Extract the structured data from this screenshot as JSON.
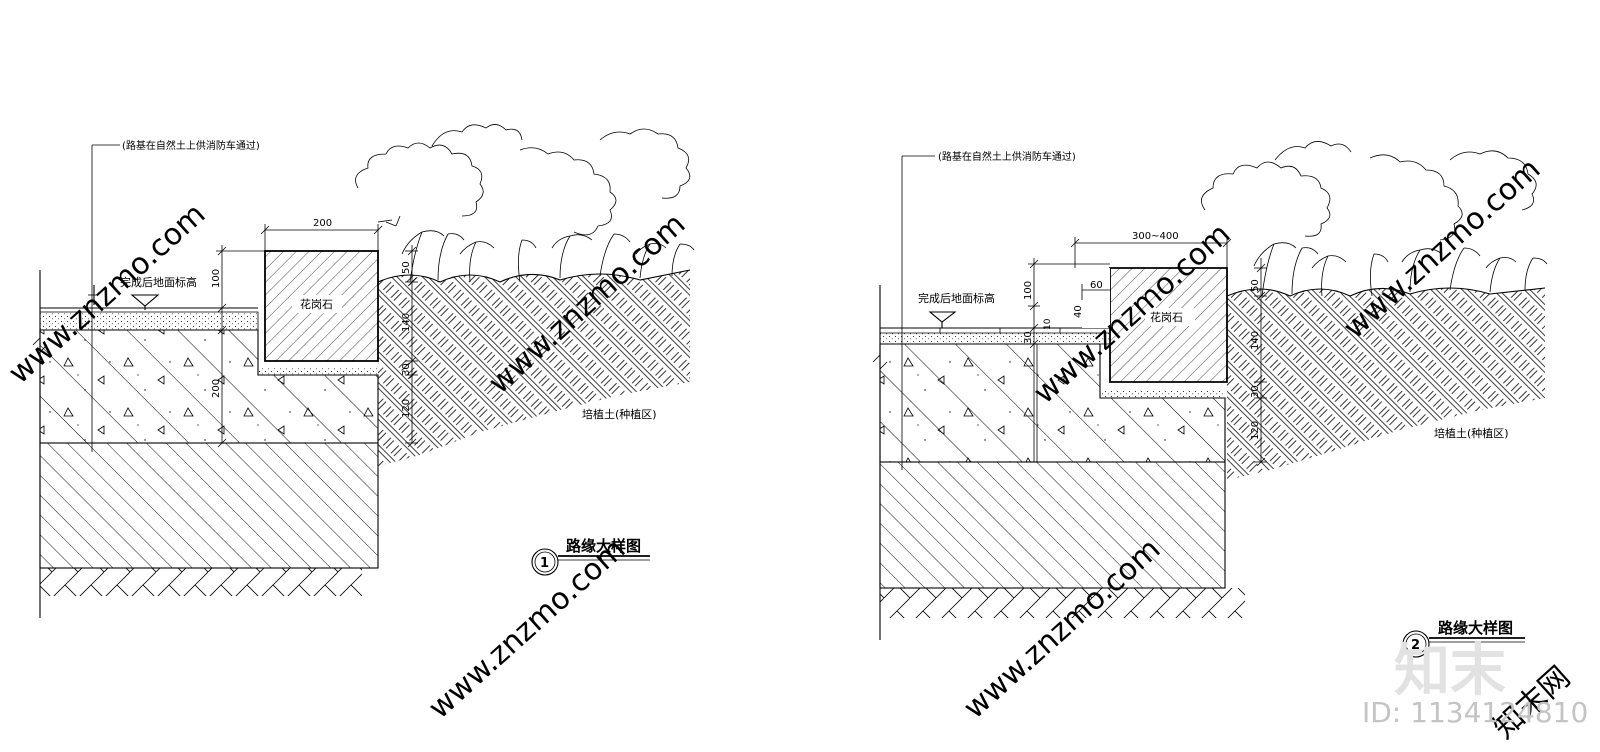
{
  "details": [
    {
      "id": "detail-1",
      "callout_note": "(路基在自然土上供消防车通过)",
      "finish_level_label": "完成后地面标高",
      "curb_label": "花岗石",
      "soil_label": "培植土(种植区)",
      "dim_top_width": "200",
      "dim_left_upper": "100",
      "dim_left_lower": "200",
      "dim_right": [
        "50",
        "140",
        "30",
        "120"
      ],
      "title_number": "1",
      "title_text": "路缘大样图"
    },
    {
      "id": "detail-2",
      "callout_note": "(路基在自然土上供消防车通过)",
      "finish_level_label": "完成后地面标高",
      "curb_label": "花岗石",
      "soil_label": "培植土(种植区)",
      "dim_top_width": "300~400",
      "dim_step": "60",
      "dim_left_upper": "100",
      "dim_left_small": "40",
      "dim_left_lower": "30",
      "dim_left_mini": "10",
      "dim_right": [
        "50",
        "140",
        "30",
        "120"
      ],
      "title_number": "2",
      "title_text": "路缘大样图"
    }
  ],
  "watermark": {
    "site": "www.znzmo.com",
    "logo_text": "知末网",
    "brand_mark": "知末",
    "id_text": "ID: 1134124810"
  }
}
